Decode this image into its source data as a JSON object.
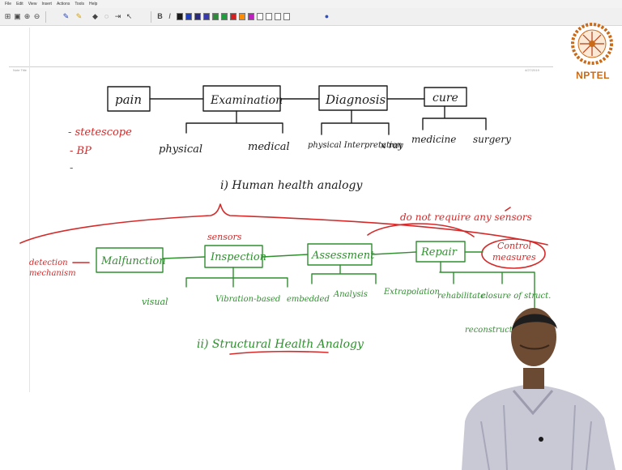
{
  "menubar": {
    "items": [
      "File",
      "Edit",
      "View",
      "Insert",
      "Actions",
      "Tools",
      "Help"
    ]
  },
  "toolbar": {
    "icons": [
      "open-icon",
      "save-icon",
      "zoom-in-icon",
      "zoom-out-icon",
      "pen-icon",
      "pen-variant-icon",
      "eraser-icon",
      "lasso-icon",
      "insert-space-icon",
      "pointer-icon",
      "bold-icon",
      "italic-icon",
      "color-picker-icon"
    ],
    "pen_colors": [
      "#1a1a1a",
      "#1f3fbf",
      "#2a2a80",
      "#3a3ab0",
      "#2e8b3a",
      "#1f9e3f",
      "#d21f1f",
      "#ff8c00",
      "#c020c0",
      "#ffffff",
      "#ffffff",
      "#ffffff",
      "#ffffff"
    ]
  },
  "note": {
    "title": "Note Title",
    "date": "4/27/2019"
  },
  "board": {
    "human": {
      "boxes": [
        "pain",
        "Examination",
        "Diagnosis",
        "cure"
      ],
      "left_notes": [
        "- stetescope",
        "- BP",
        "-"
      ],
      "children": [
        "physical",
        "medical",
        "physical Interpretation",
        "x ray",
        "medicine",
        "surgery"
      ],
      "caption": "i) Human health analogy"
    },
    "structural": {
      "annotation": "do not require any sensors",
      "sensor_label": "sensors",
      "left_label": [
        "detection",
        "mechanism"
      ],
      "boxes": [
        "Malfunction",
        "Inspection",
        "Assessment",
        "Repair"
      ],
      "control_measure": [
        "Control",
        "measures"
      ],
      "children": [
        "visual",
        "Vibration-based",
        "embedded",
        "Analysis",
        "Extrapolation",
        "rehabilitate",
        "closure of struct.",
        "reconstruct"
      ],
      "caption": "ii) Structural Health Analogy"
    }
  },
  "logo": {
    "text": "NPTEL",
    "color": "#c96a19"
  },
  "colors": {
    "ink_black": "#1c1c1c",
    "ink_red": "#d42a2a",
    "ink_green": "#2f8f2f"
  }
}
